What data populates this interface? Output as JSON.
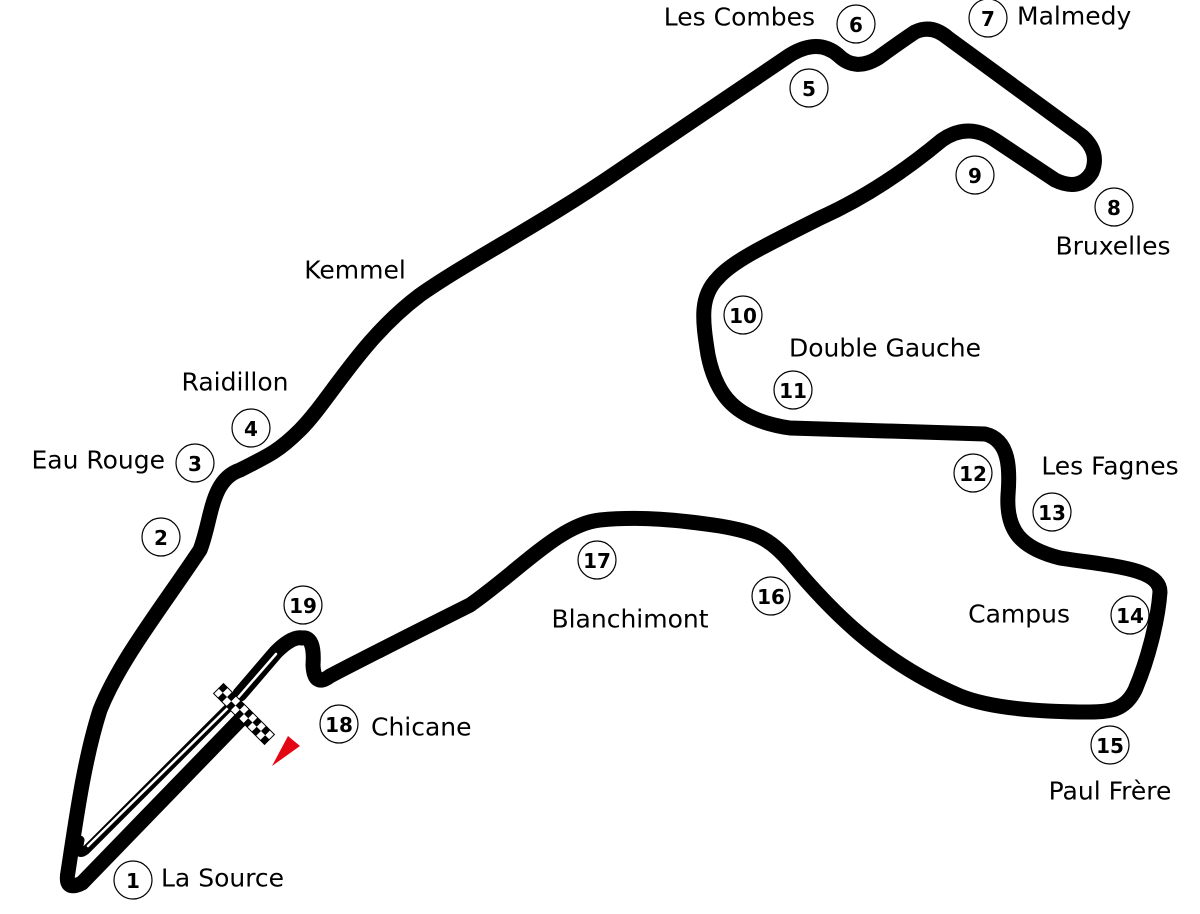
{
  "map": {
    "title": "Circuit de Spa-Francorchamps",
    "track_color": "#000000",
    "direction_arrow_color": "#e30613",
    "icons": {
      "start_finish": "checkered-flag-icon",
      "direction": "direction-arrow-icon"
    },
    "turns": [
      {
        "number": "1",
        "name": "La Source"
      },
      {
        "number": "2",
        "name": ""
      },
      {
        "number": "3",
        "name": "Eau Rouge"
      },
      {
        "number": "4",
        "name": "Raidillon"
      },
      {
        "number": "5",
        "name": ""
      },
      {
        "number": "6",
        "name": "Les Combes"
      },
      {
        "number": "7",
        "name": "Malmedy"
      },
      {
        "number": "8",
        "name": "Bruxelles"
      },
      {
        "number": "9",
        "name": ""
      },
      {
        "number": "10",
        "name": ""
      },
      {
        "number": "11",
        "name": "Double Gauche"
      },
      {
        "number": "12",
        "name": ""
      },
      {
        "number": "13",
        "name": "Les Fagnes"
      },
      {
        "number": "14",
        "name": "Campus"
      },
      {
        "number": "15",
        "name": "Paul Frère"
      },
      {
        "number": "16",
        "name": ""
      },
      {
        "number": "17",
        "name": "Blanchimont"
      },
      {
        "number": "18",
        "name": "Chicane"
      },
      {
        "number": "19",
        "name": ""
      }
    ],
    "section_labels": [
      {
        "name": "Kemmel"
      }
    ]
  }
}
